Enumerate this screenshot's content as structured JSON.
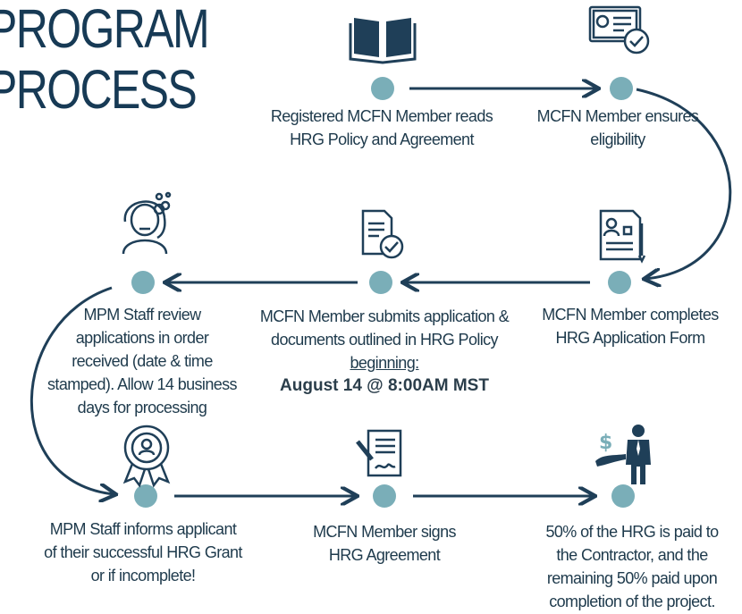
{
  "title": {
    "line1": "PROGRAM",
    "line2": "PROCESS"
  },
  "colors": {
    "node": "#7aaeb8",
    "line": "#1f3f58",
    "text": "#1e3a4c"
  },
  "steps": [
    {
      "lines": [
        "Registered MCFN Member reads",
        "HRG Policy and Agreement"
      ],
      "icon": "open-book-icon"
    },
    {
      "lines": [
        "MCFN Member ensures",
        "eligibility"
      ],
      "icon": "certificate-check-icon"
    },
    {
      "lines": [
        "MCFN Member completes",
        "HRG Application Form"
      ],
      "icon": "application-form-icon"
    },
    {
      "lines": [
        "MCFN Member submits application &",
        "documents outlined in HRG Policy"
      ],
      "note": "beginning:",
      "date": "August 14 @ 8:00AM MST",
      "icon": "document-check-icon"
    },
    {
      "lines": [
        "MPM  Staff review",
        "applications in order",
        "received (date & time",
        "stamped). Allow 14 business",
        "days for  processing"
      ],
      "icon": "staff-person-icon"
    },
    {
      "lines": [
        "MPM Staff informs applicant",
        "of their successful HRG Grant",
        "or if incomplete!"
      ],
      "icon": "award-ribbon-icon"
    },
    {
      "lines": [
        "MCFN Member signs",
        "HRG Agreement"
      ],
      "icon": "signed-document-icon"
    },
    {
      "lines": [
        "50% of the HRG is paid to",
        "the Contractor, and the",
        "remaining 50% paid upon",
        "completion of the project."
      ],
      "icon": "payment-person-icon"
    }
  ]
}
